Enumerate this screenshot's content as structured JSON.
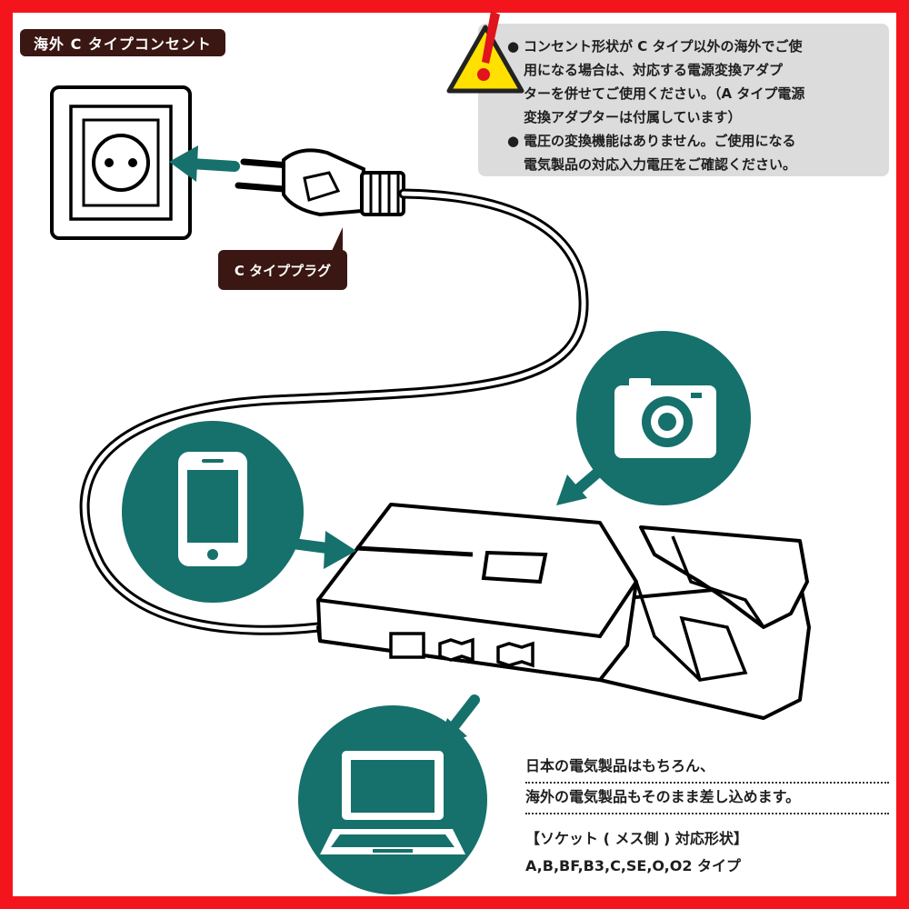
{
  "header": {
    "title": "海外 C タイプコンセント"
  },
  "plug": {
    "label": "C タイププラグ"
  },
  "notice": {
    "lines": [
      "コンセント形状が C タイプ以外の海外でご使",
      "用になる場合は、対応する電源変換アダプ",
      "ターを併せてご使用ください。（A タイプ電源",
      "変換アダプターは付属しています）",
      "電圧の変換機能はありません。ご使用になる",
      "電気製品の対応入力電圧をご確認ください。"
    ],
    "bullet": "●"
  },
  "caption": {
    "line1": "日本の電気製品はもちろん、",
    "line2": "海外の電気製品もそのまま差し込めます。",
    "socket_heading": "【ソケット ( メス側 ) 対応形状】",
    "socket_types": "A,B,BF,B3,C,SE,O,O2 タイプ"
  },
  "colors": {
    "border": "#f4151c",
    "teal": "#16706b",
    "label_bg": "#3a1712",
    "notice_bg": "#dcdcdc",
    "warning_yellow": "#ffe000",
    "warning_red": "#e0141d"
  },
  "icons": {
    "wall_outlet": "wall-outlet-icon",
    "phone": "smartphone-icon",
    "camera": "camera-icon",
    "laptop": "laptop-icon",
    "warning": "warning-icon"
  }
}
